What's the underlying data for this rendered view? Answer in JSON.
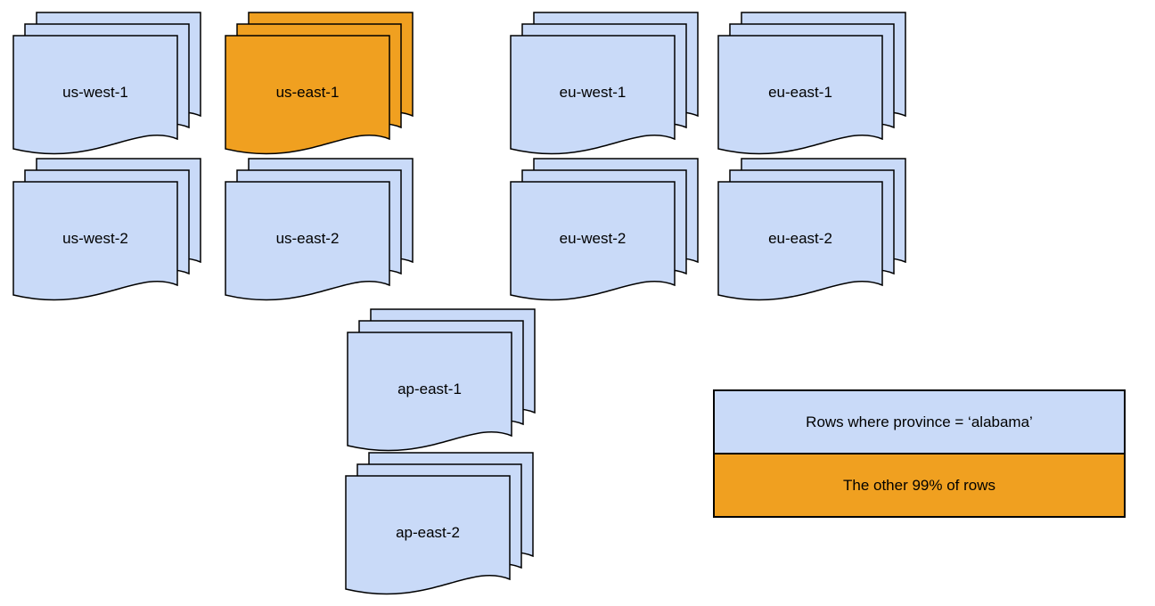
{
  "colors": {
    "doc_fill": "#c9daf8",
    "highlight_fill": "#F0A020",
    "stroke": "#000000"
  },
  "stacks": [
    {
      "label": "us-west-1",
      "variant": "normal"
    },
    {
      "label": "us-east-1",
      "variant": "highlight"
    },
    {
      "label": "eu-west-1",
      "variant": "normal"
    },
    {
      "label": "eu-east-1",
      "variant": "normal"
    },
    {
      "label": "us-west-2",
      "variant": "normal"
    },
    {
      "label": "us-east-2",
      "variant": "normal"
    },
    {
      "label": "eu-west-2",
      "variant": "normal"
    },
    {
      "label": "eu-east-2",
      "variant": "normal"
    },
    {
      "label": "ap-east-1",
      "variant": "normal"
    },
    {
      "label": "ap-east-2",
      "variant": "normal"
    }
  ],
  "legend": {
    "rows": [
      {
        "label": "Rows where province = ‘alabama’",
        "variant": "normal"
      },
      {
        "label": "The other 99% of rows",
        "variant": "highlight"
      }
    ]
  }
}
